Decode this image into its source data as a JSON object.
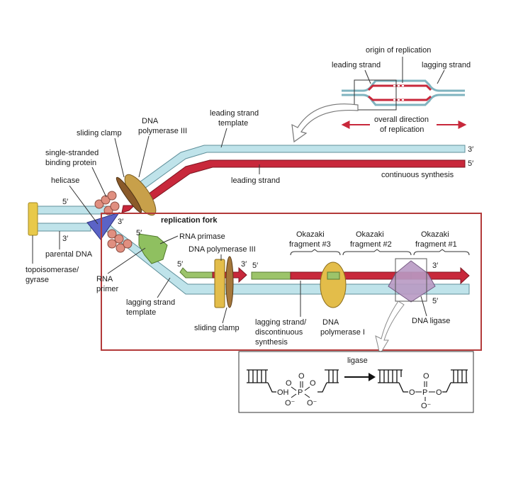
{
  "colors": {
    "strand_blue": "#bfe3ea",
    "strand_blue_edge": "#5f8f9a",
    "strand_red": "#c8283b",
    "strand_red_edge": "#7d1520",
    "primer_green": "#9cc46a",
    "helicase_blue": "#5b63c6",
    "topoisomerase_yellow": "#e8c94a",
    "pol3_brown": "#c8a04a",
    "clamp_brown": "#a5773a",
    "ssb_pink": "#e08f80",
    "primase_green": "#8fc060",
    "pol1_yellow": "#e3bd4a",
    "ligase_purple": "#b99ac4",
    "box_red": "#b33a3a"
  },
  "inset": {
    "origin": "origin of replication",
    "leading": "leading strand",
    "lagging": "lagging strand",
    "direction_line1": "overall direction",
    "direction_line2": "of replication"
  },
  "labels": {
    "sliding_clamp_top": "sliding clamp",
    "dna_pol3_line1": "DNA",
    "dna_pol3_line2": "polymerase III",
    "leading_template_line1": "leading strand",
    "leading_template_line2": "template",
    "ssb_line1": "single-stranded",
    "ssb_line2": "binding protein",
    "helicase": "helicase",
    "leading_strand": "leading strand",
    "continuous": "continuous synthesis",
    "replication_fork": "replication fork",
    "rna_primase": "RNA primase",
    "dna_pol3_lag": "DNA polymerase III",
    "parental_dna": "parental DNA",
    "topo_line1": "topoisomerase/",
    "topo_line2": "gyrase",
    "rna_primer_line1": "RNA",
    "rna_primer_line2": "primer",
    "lag_template_line1": "lagging strand",
    "lag_template_line2": "template",
    "sliding_clamp_bottom": "sliding clamp",
    "lagging_disc_line1": "lagging strand/",
    "lagging_disc_line2": "discontinuous",
    "lagging_disc_line3": "synthesis",
    "pol1_line1": "DNA",
    "pol1_line2": "polymerase I",
    "dna_ligase": "DNA ligase",
    "okazaki3_line1": "Okazaki",
    "okazaki3_line2": "fragment #3",
    "okazaki2_line1": "Okazaki",
    "okazaki2_line2": "fragment #2",
    "okazaki1_line1": "Okazaki",
    "okazaki1_line2": "fragment #1"
  },
  "ends": {
    "three_prime": "3′",
    "five_prime": "5′"
  },
  "ligase_reaction": {
    "title": "ligase",
    "oh": "OH",
    "o": "O",
    "p": "P",
    "o_minus": "O⁻"
  }
}
